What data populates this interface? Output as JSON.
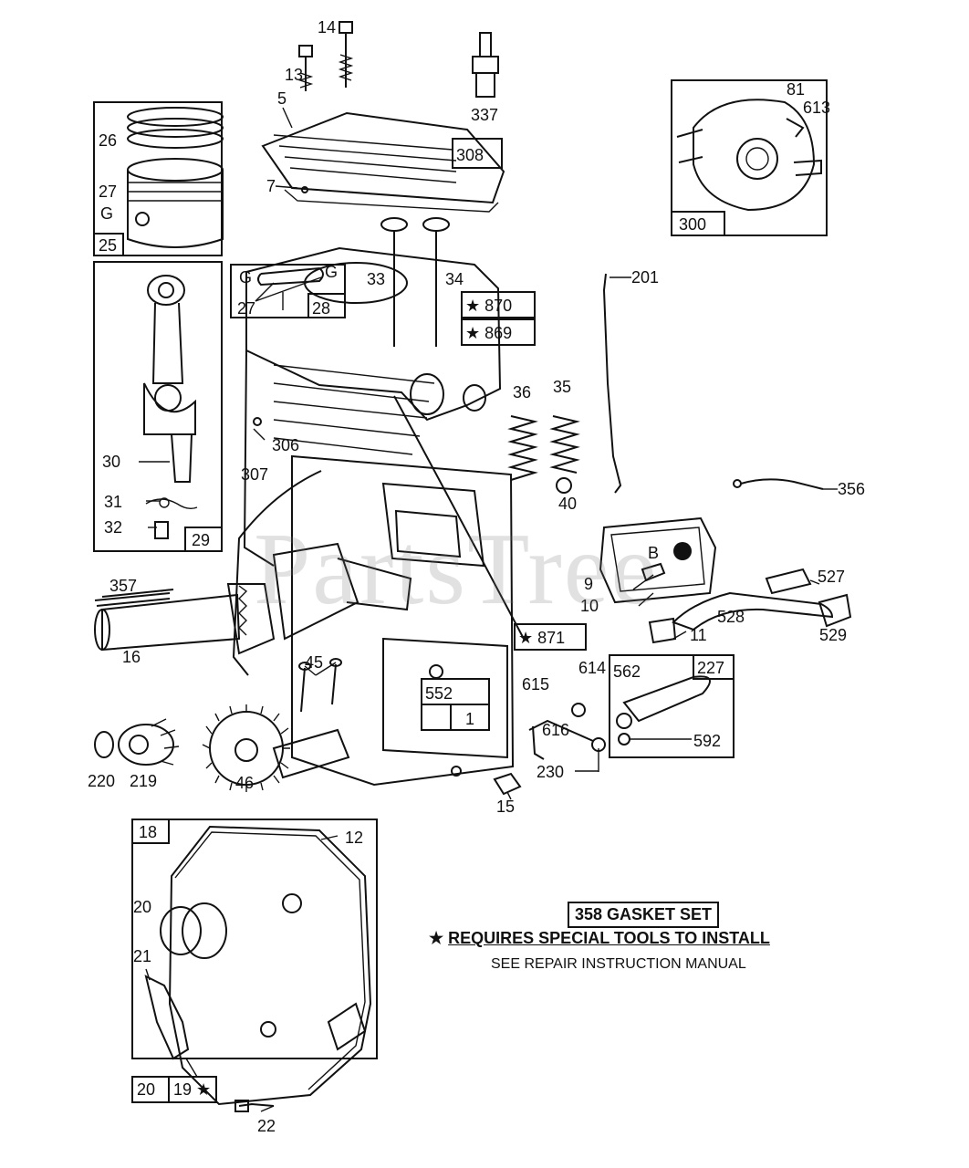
{
  "watermark": "PartsTree",
  "notes": {
    "gasket_set": "358 GASKET SET",
    "special_tools_star": "★",
    "special_tools": "REQUIRES SPECIAL TOOLS TO INSTALL",
    "see_manual": "SEE REPAIR INSTRUCTION MANUAL"
  },
  "box_labels": {
    "piston_box": "25",
    "rod_box": "29",
    "pin_box": "28",
    "muffler_box": "300",
    "head_box": "308",
    "block_box": "552",
    "block_sub": "1",
    "governor_box": "227",
    "cover_box": "18",
    "cover_sub_a": "20",
    "cover_sub_b": "19 ★",
    "star_870": "★ 870",
    "star_869": "★ 869",
    "star_871": "★ 871"
  },
  "part_labels": {
    "p14": "14",
    "p13": "13",
    "p337": "337",
    "p5": "5",
    "p7": "7",
    "p26": "26",
    "p27a": "27",
    "pGa": "G",
    "pGb": "G",
    "pGc": "G",
    "p27b": "27",
    "p33": "33",
    "p34": "34",
    "p81": "81",
    "p613": "613",
    "p201": "201",
    "p30": "30",
    "p31": "31",
    "p32": "32",
    "p36": "36",
    "p35": "35",
    "p40": "40",
    "p306": "306",
    "p307": "307",
    "p356": "356",
    "p357": "357",
    "p16": "16",
    "p9": "9",
    "p10": "10",
    "p527": "527",
    "p528": "528",
    "p11": "11",
    "p529": "529",
    "p45": "45",
    "p614": "614",
    "p615": "615",
    "p562": "562",
    "p616": "616",
    "p592": "592",
    "p230": "230",
    "p220": "220",
    "p219": "219",
    "p46": "46",
    "p15": "15",
    "p12": "12",
    "p20": "20",
    "p21": "21",
    "p22": "22",
    "pB": "B"
  },
  "colors": {
    "ink": "#111111",
    "paper": "#ffffff",
    "watermark": "#787878"
  }
}
